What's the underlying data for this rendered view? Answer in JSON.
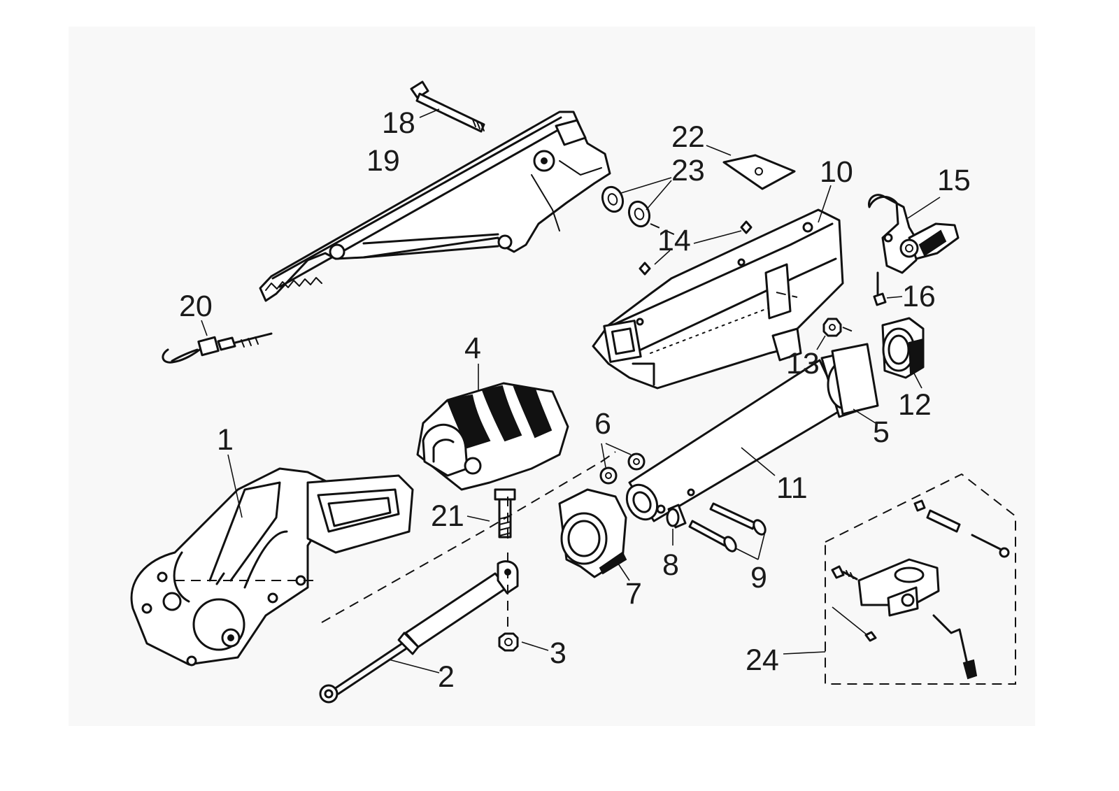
{
  "colors": {
    "background": "#ffffff",
    "panel": "#f8f8f8",
    "ink": "#111111"
  },
  "callouts": {
    "c1": "1",
    "c2": "2",
    "c3": "3",
    "c4": "4",
    "c5": "5",
    "c6": "6",
    "c7": "7",
    "c8": "8",
    "c9": "9",
    "c10": "10",
    "c11": "11",
    "c12": "12",
    "c13": "13",
    "c14": "14",
    "c15": "15",
    "c16": "16",
    "c18": "18",
    "c19": "19",
    "c20": "20",
    "c21": "21",
    "c22": "22",
    "c23": "23",
    "c24": "24"
  }
}
